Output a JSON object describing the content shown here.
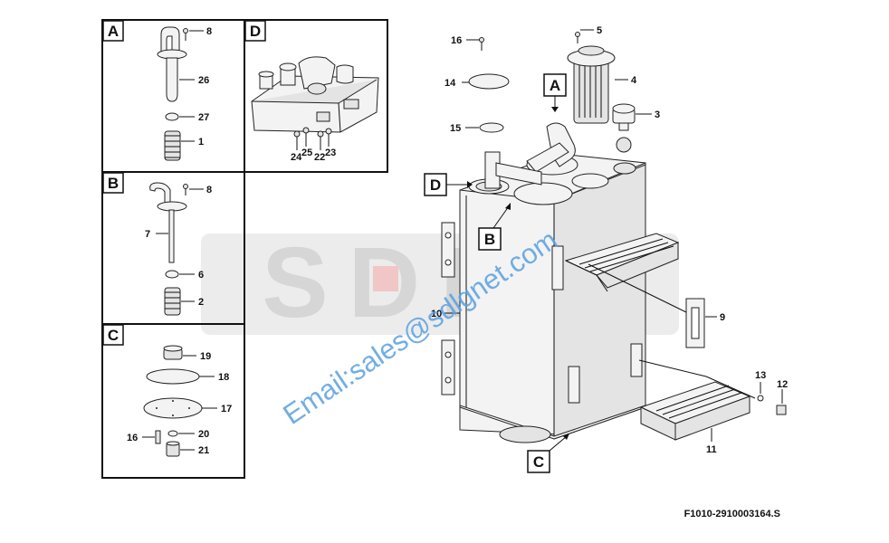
{
  "sections": {
    "A": {
      "label": "A",
      "callouts": [
        "8",
        "26",
        "27",
        "1"
      ]
    },
    "B": {
      "label": "B",
      "callouts": [
        "8",
        "7",
        "6",
        "2"
      ]
    },
    "C": {
      "label": "C",
      "callouts": [
        "19",
        "18",
        "17",
        "16",
        "20",
        "21"
      ]
    },
    "D": {
      "label": "D",
      "callouts": [
        "24",
        "25",
        "22",
        "23"
      ]
    }
  },
  "main": {
    "labels": {
      "A": "A",
      "B": "B",
      "C": "C",
      "D": "D"
    },
    "callouts": {
      "c16": "16",
      "c14": "14",
      "c15": "15",
      "c5": "5",
      "c4": "4",
      "c3": "3",
      "c9": "9",
      "c10": "10",
      "c13": "13",
      "c12": "12",
      "c11": "11"
    }
  },
  "watermark": {
    "brand": "SDLG",
    "email": "Email:sales@sdlgnet.com"
  },
  "drawing_code": "F1010-2910003164.S"
}
